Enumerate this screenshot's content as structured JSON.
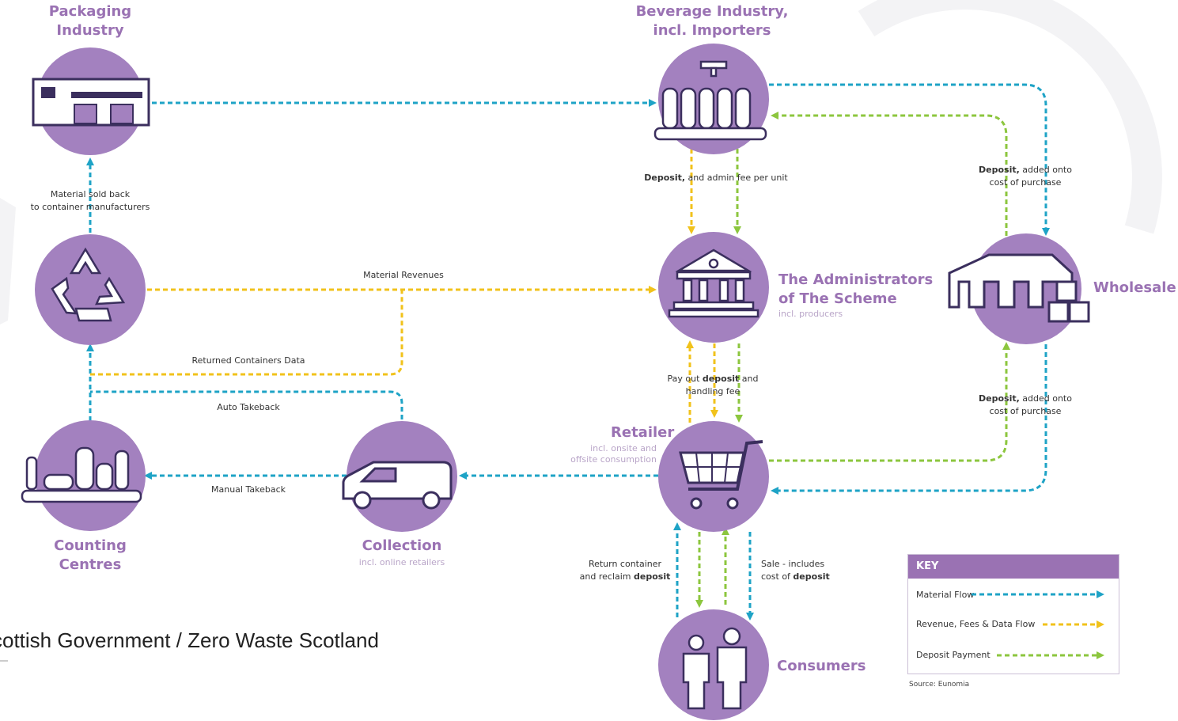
{
  "nodes": {
    "packaging": {
      "title_1": "Packaging",
      "title_2": "Industry"
    },
    "beverage": {
      "title_1": "Beverage Industry,",
      "title_2": "incl. Importers"
    },
    "administrators": {
      "title_1": "The Administrators",
      "title_2": "of The Scheme",
      "sub": "incl. producers"
    },
    "wholesale": {
      "title": "Wholesale"
    },
    "retailer": {
      "title": "Retailer",
      "sub_1": "incl. onsite and",
      "sub_2": "offsite consumption"
    },
    "collection": {
      "title": "Collection",
      "sub": "incl. online retailers"
    },
    "counting": {
      "title_1": "Counting",
      "title_2": "Centres"
    },
    "consumers": {
      "title": "Consumers"
    }
  },
  "flow_labels": {
    "material_sold_1": "Material sold back",
    "material_sold_2": "to container manufacturers",
    "material_revenues": "Material Revenues",
    "returned_data": "Returned Containers Data",
    "auto_takeback": "Auto Takeback",
    "manual_takeback": "Manual Takeback",
    "deposit_admin_bold": "Deposit,",
    "deposit_admin_rest": " and admin fee per unit",
    "wholesale_top_bold": "Deposit,",
    "wholesale_top_rest": " added onto",
    "wholesale_top_2": "cost of purchase",
    "wholesale_bottom_bold": "Deposit,",
    "wholesale_bottom_rest": " added onto",
    "wholesale_bottom_2": "cost of purchase",
    "payout_1a": "Pay out ",
    "payout_1b": "deposit",
    "payout_1c": " and",
    "payout_2": "handling fee",
    "return_1": "Return container",
    "return_2a": "and reclaim ",
    "return_2b": "deposit",
    "sale_1": "Sale - includes",
    "sale_2a": "cost of ",
    "sale_2b": "deposit"
  },
  "key": {
    "heading": "KEY",
    "material_flow": "Material Flow",
    "revenue_flow": "Revenue, Fees & Data Flow",
    "deposit_payment": "Deposit Payment",
    "source": "Source: Eunomia"
  },
  "footer": "cottish Government / Zero Waste Scotland",
  "colors": {
    "material_flow": "#1ea3c6",
    "revenue_flow": "#f1c21b",
    "deposit_payment": "#8cc63e",
    "node_fill": "#a381bf",
    "icon_dark": "#3b2f5e",
    "title_text": "#9a72b3"
  },
  "icons": [
    "factory-icon",
    "bottles-conveyor-icon",
    "bank-building-icon",
    "warehouse-icon",
    "recycle-icon",
    "van-icon",
    "shopping-cart-icon",
    "people-icon",
    "counting-conveyor-icon"
  ]
}
